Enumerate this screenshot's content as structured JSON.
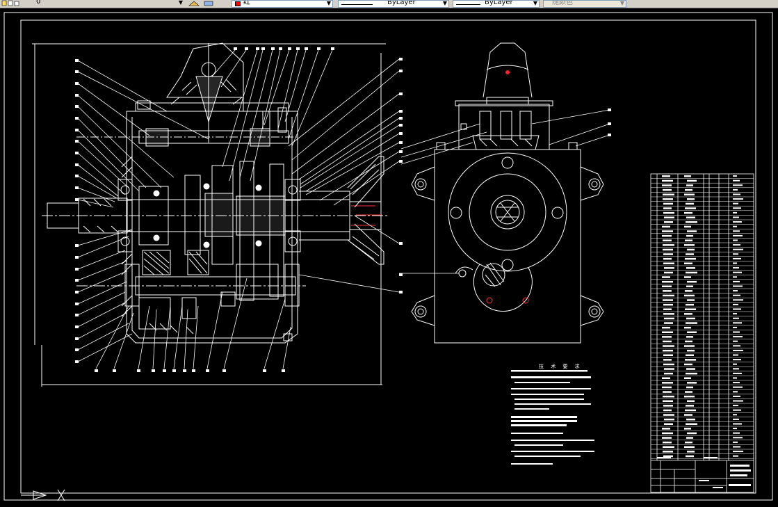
{
  "toolbar": {
    "layer_name": "0",
    "color_value": "红",
    "linetype_value": "ByLayer",
    "lineweight_value": "ByLayer",
    "plotstyle_value": "随颜色",
    "color_swatch": "#ff0000"
  },
  "drawing": {
    "tech_requirements_title": "技 术 要 求",
    "background": "#000000",
    "line_color": "#ffffff",
    "accent_red": "#ff0000"
  }
}
